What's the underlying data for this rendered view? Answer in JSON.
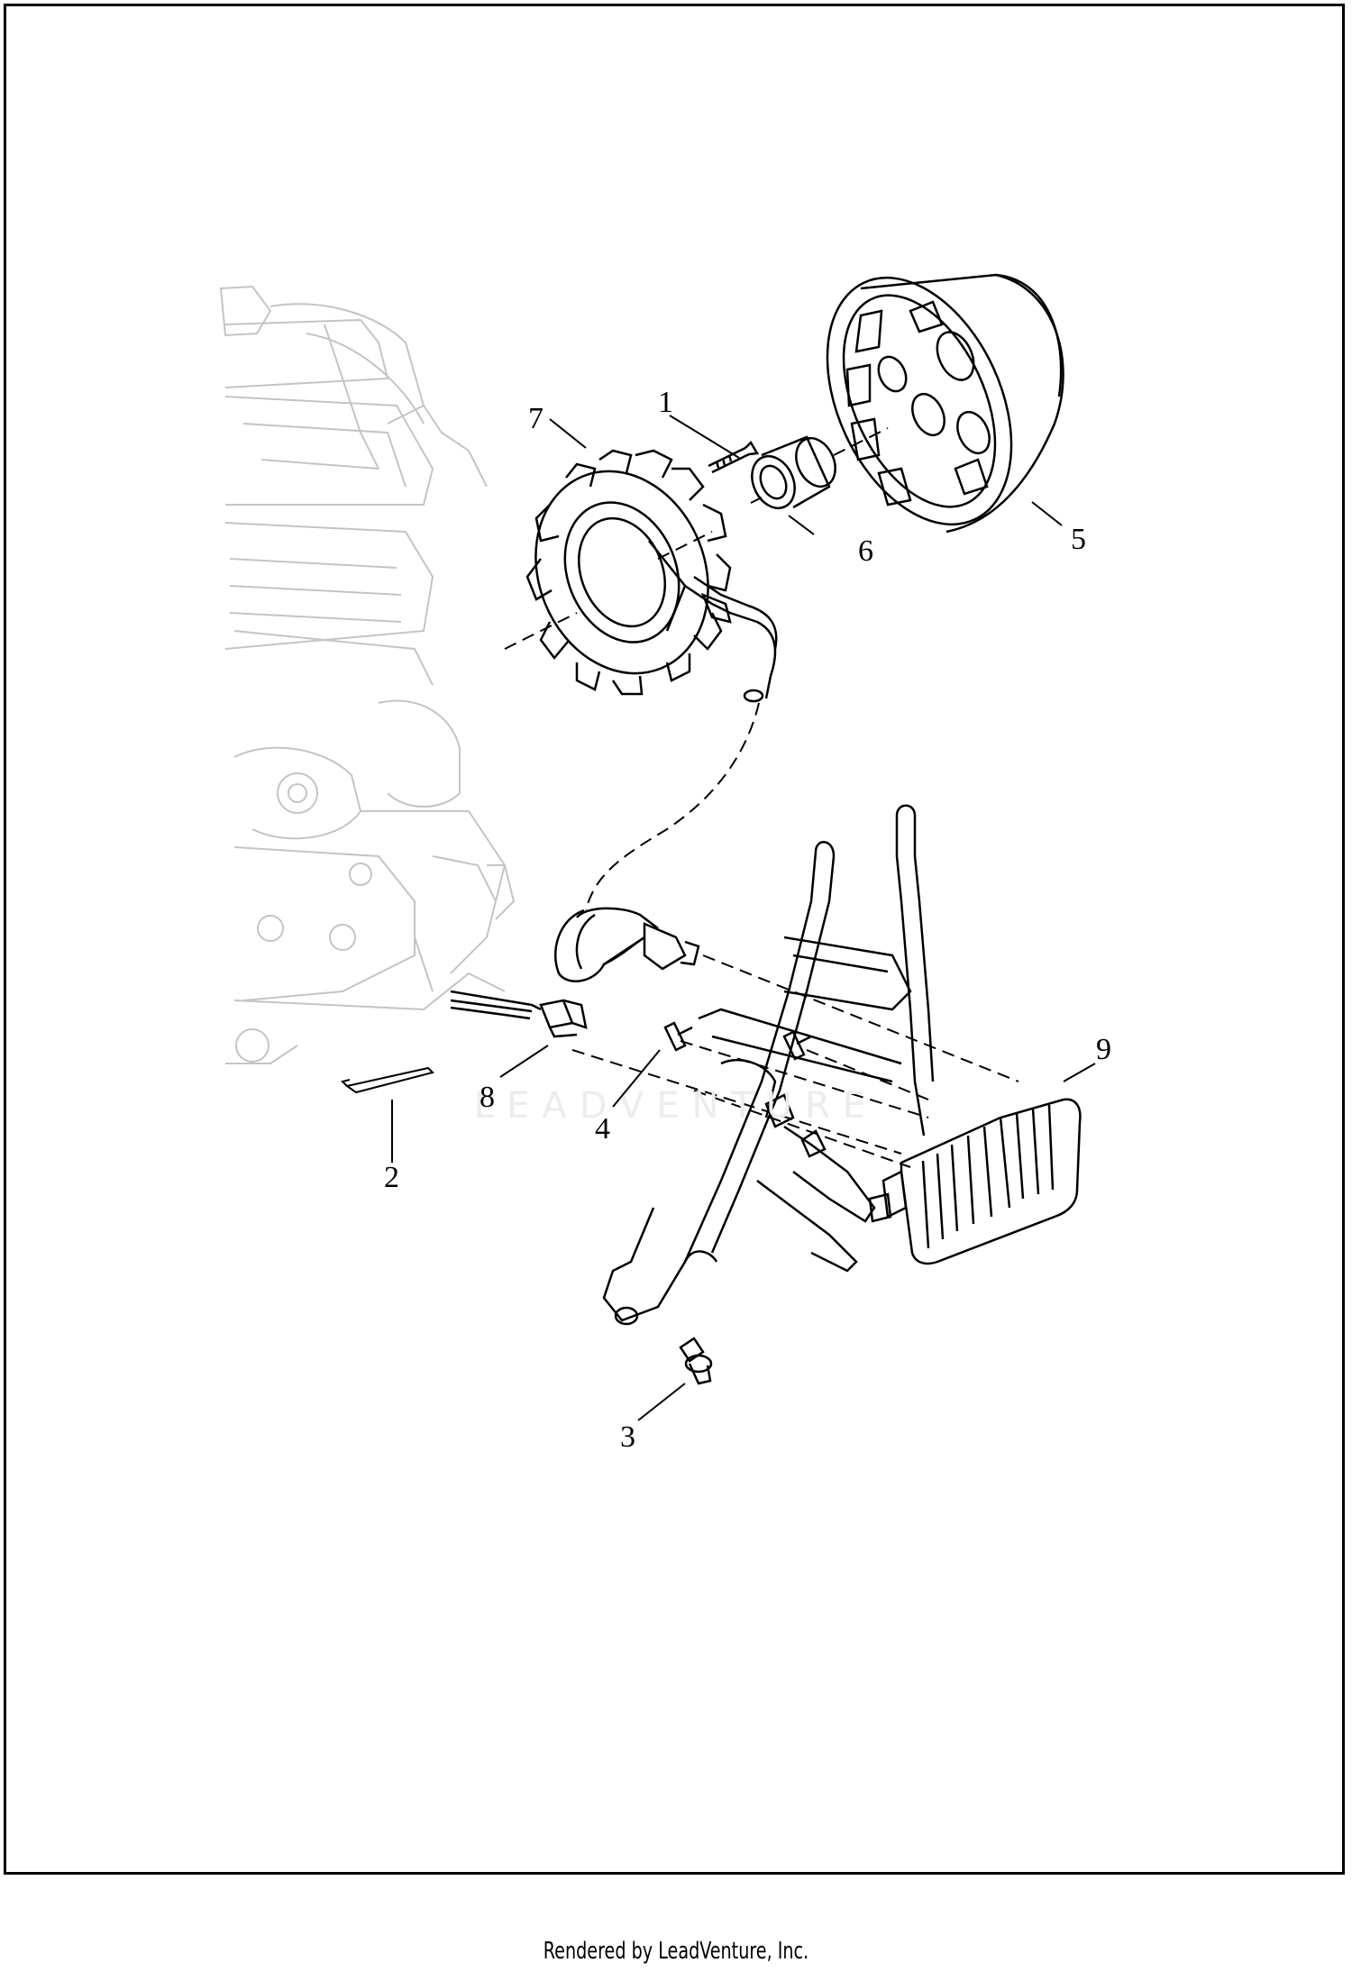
{
  "diagram": {
    "callouts": [
      {
        "id": "1",
        "label": "1"
      },
      {
        "id": "2",
        "label": "2"
      },
      {
        "id": "3",
        "label": "3"
      },
      {
        "id": "4",
        "label": "4"
      },
      {
        "id": "5",
        "label": "5"
      },
      {
        "id": "6",
        "label": "6"
      },
      {
        "id": "7",
        "label": "7"
      },
      {
        "id": "8",
        "label": "8"
      },
      {
        "id": "9",
        "label": "9"
      }
    ],
    "watermark": "LEADVENTURE"
  },
  "footer": {
    "text": "Rendered by LeadVenture, Inc."
  },
  "colors": {
    "ink": "#000000",
    "ghost_engine": "#c4c4c4",
    "watermark": "#ececec"
  }
}
